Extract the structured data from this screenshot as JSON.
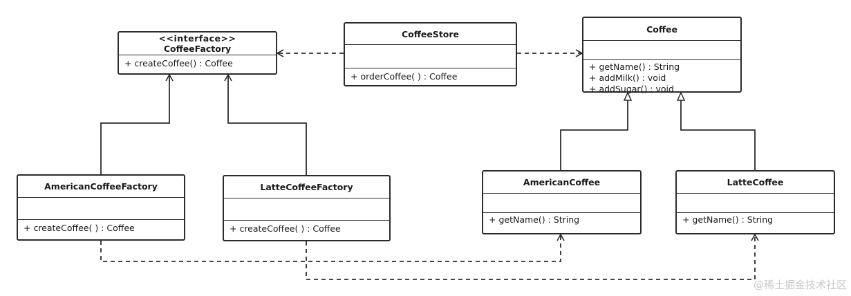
{
  "classes": {
    "coffee_factory": {
      "stereotype": "<<interface>>",
      "name": "CoffeeFactory",
      "operations": [
        "+ createCoffee() : Coffee"
      ]
    },
    "coffee_store": {
      "name": "CoffeeStore",
      "operations": [
        "+ orderCoffee( ) : Coffee"
      ]
    },
    "coffee": {
      "name": "Coffee",
      "operations": [
        "+ getName() : String",
        "+ addMilk() : void",
        "+ addSugar() : void"
      ]
    },
    "american_coffee_factory": {
      "name": "AmericanCoffeeFactory",
      "operations": [
        "+ createCoffee( ) : Coffee"
      ]
    },
    "latte_coffee_factory": {
      "name": "LatteCoffeeFactory",
      "operations": [
        "+ createCoffee( ) : Coffee"
      ]
    },
    "american_coffee": {
      "name": "AmericanCoffee",
      "operations": [
        "+ getName() : String"
      ]
    },
    "latte_coffee": {
      "name": "LatteCoffee",
      "operations": [
        "+ getName() : String"
      ]
    }
  },
  "relationships": [
    {
      "type": "dependency",
      "from": "CoffeeStore",
      "to": "CoffeeFactory"
    },
    {
      "type": "dependency",
      "from": "CoffeeStore",
      "to": "Coffee"
    },
    {
      "type": "realization",
      "from": "AmericanCoffeeFactory",
      "to": "CoffeeFactory"
    },
    {
      "type": "realization",
      "from": "LatteCoffeeFactory",
      "to": "CoffeeFactory"
    },
    {
      "type": "generalization",
      "from": "AmericanCoffee",
      "to": "Coffee"
    },
    {
      "type": "generalization",
      "from": "LatteCoffee",
      "to": "Coffee"
    },
    {
      "type": "dependency",
      "from": "AmericanCoffeeFactory",
      "to": "AmericanCoffee"
    },
    {
      "type": "dependency",
      "from": "LatteCoffeeFactory",
      "to": "LatteCoffee"
    }
  ],
  "watermark": "@稀土掘金技术社区"
}
